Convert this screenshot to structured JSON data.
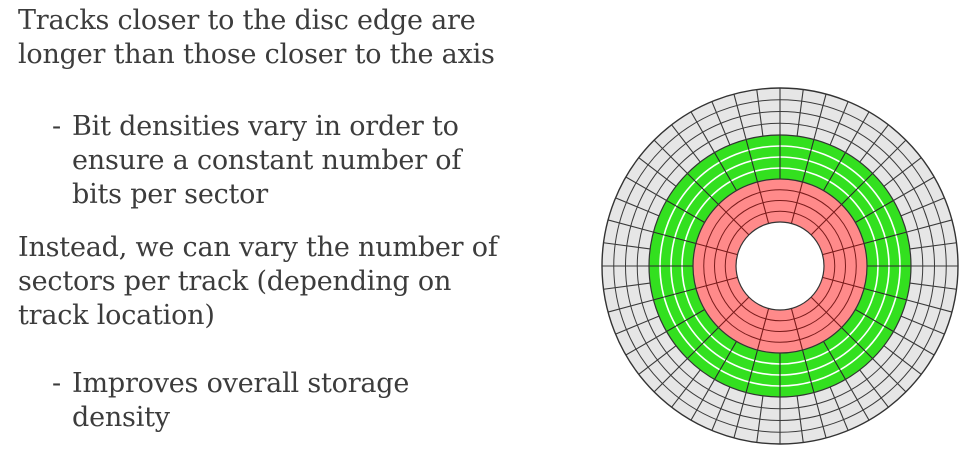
{
  "paragraph1": {
    "lines": [
      "Tracks closer to the disc edge are",
      "longer than those closer to the axis"
    ]
  },
  "bullet1": {
    "dash": "-",
    "lines": [
      "Bit densities vary in order to",
      "ensure a constant number of",
      "bits per sector"
    ]
  },
  "paragraph2": {
    "lines": [
      "Instead, we can vary the number of",
      "sectors per track (depending on",
      "track location)"
    ]
  },
  "bullet2": {
    "dash": "-",
    "lines": [
      "Improves overall storage",
      "density"
    ]
  },
  "disc": {
    "zones": [
      {
        "name": "outer",
        "fill": "#e6e6e6",
        "tracks": 4,
        "sectors": 48
      },
      {
        "name": "middle",
        "fill": "#33e01f",
        "tracks": 4,
        "sectors": 24
      },
      {
        "name": "inner",
        "fill": "#ff8a8a",
        "tracks": 4,
        "sectors": 12
      }
    ],
    "zone_line_colors": {
      "outer": "#3a3a3a",
      "middle": "#ffffff",
      "inner": "#7a1b1b"
    },
    "boundary_color": "#333333"
  }
}
